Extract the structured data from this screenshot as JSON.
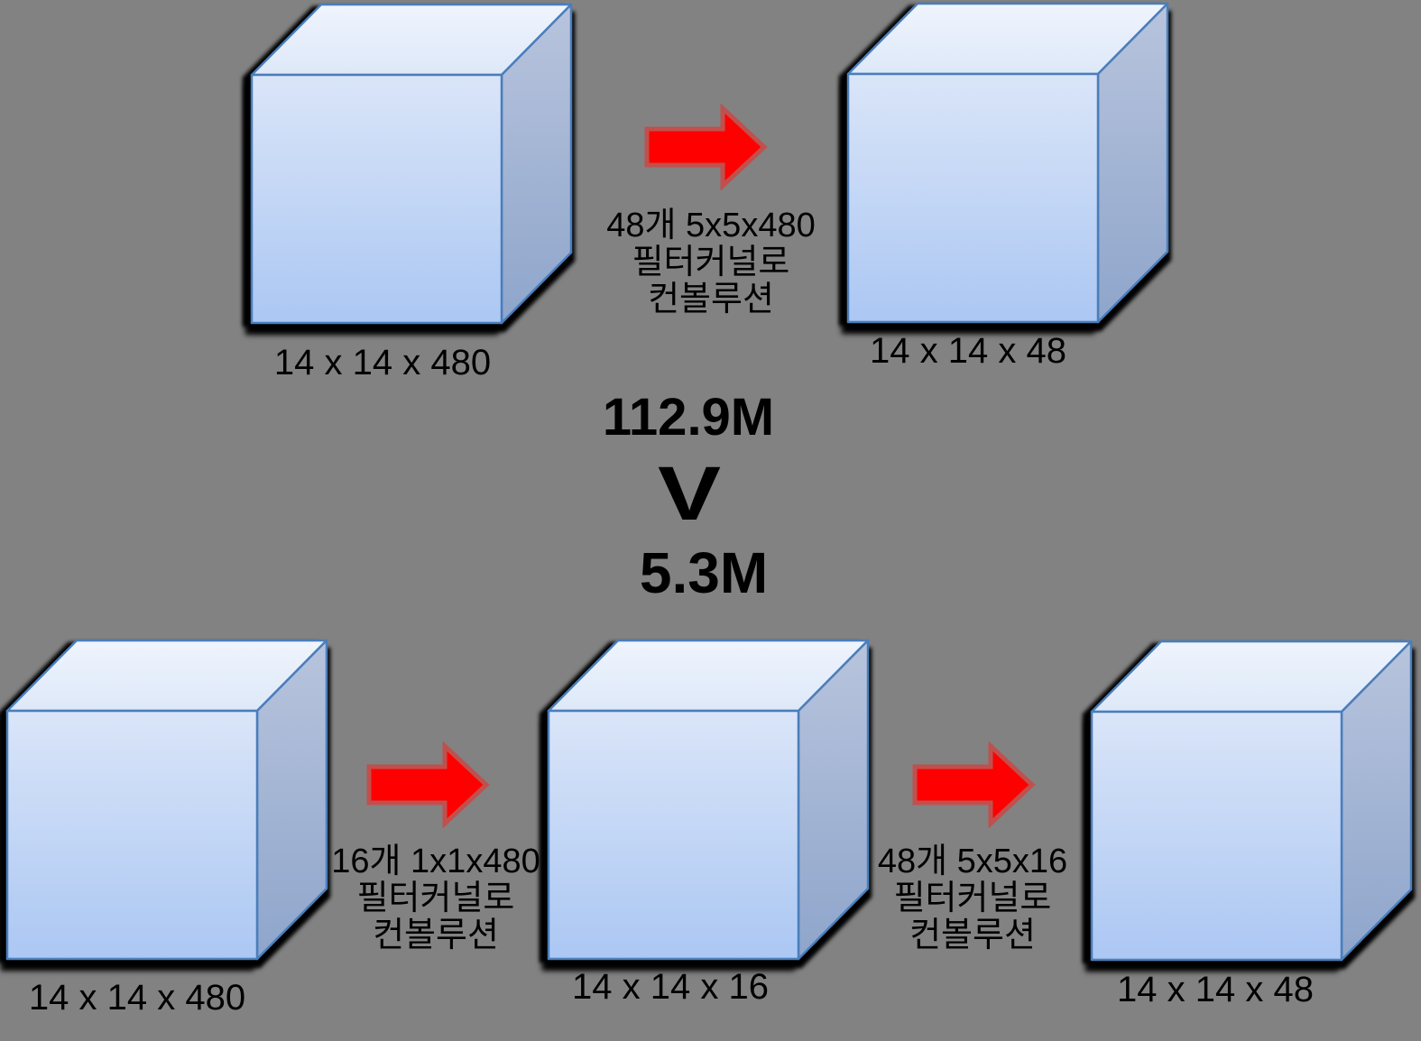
{
  "background": "#828282",
  "colors": {
    "cube_stroke": "#4a7ebb",
    "cube_front_top": "#dae5f8",
    "cube_front_bottom": "#abc7f3",
    "cube_top_back": "#eff4fd",
    "cube_top_front": "#dde8f8",
    "cube_side_top": "#b8c4dd",
    "cube_side_bottom": "#8ea5cb",
    "arrow_fill": "#fe0000",
    "arrow_stroke": "#c0504d",
    "text_color": "#000000"
  },
  "comparison": {
    "top_params": "112.9M",
    "versus": "V",
    "bottom_params": "5.3M"
  },
  "top_flow": {
    "input_label": "14 x 14 x 480",
    "operation": [
      "48개 5x5x480",
      "필터커널로",
      "컨볼루션"
    ],
    "output_label": "14 x 14 x 48"
  },
  "bottom_flow": {
    "input_label": "14 x 14 x 480",
    "operation1": [
      "16개 1x1x480",
      "필터커널로",
      "컨볼루션"
    ],
    "intermediate_label": "14 x 14 x 16",
    "operation2": [
      "48개 5x5x16",
      "필터커널로",
      "컨볼루션"
    ],
    "output_label": "14 x 14 x 48"
  }
}
